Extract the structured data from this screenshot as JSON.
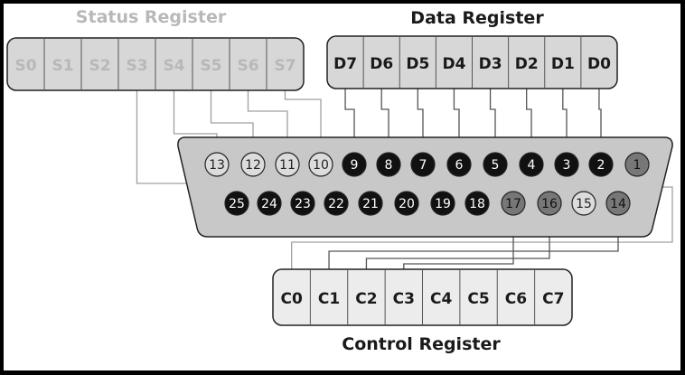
{
  "titles": {
    "status": "Status Register",
    "data": "Data Register",
    "control": "Control Register"
  },
  "status_register": [
    "S0",
    "S1",
    "S2",
    "S3",
    "S4",
    "S5",
    "S6",
    "S7"
  ],
  "data_register": [
    "D7",
    "D6",
    "D5",
    "D4",
    "D3",
    "D2",
    "D1",
    "D0"
  ],
  "control_register": [
    "C0",
    "C1",
    "C2",
    "C3",
    "C4",
    "C5",
    "C6",
    "C7"
  ],
  "top_pins": [
    "13",
    "12",
    "11",
    "10",
    "9",
    "8",
    "7",
    "6",
    "5",
    "4",
    "3",
    "2",
    "1"
  ],
  "bottom_pins": [
    "25",
    "24",
    "23",
    "22",
    "21",
    "20",
    "19",
    "18",
    "17",
    "16",
    "15",
    "14"
  ],
  "colors": {
    "background": "#ffffff",
    "frame": "#000000",
    "register_fill": "#d7d7d7",
    "register_fill_light": "#ececec",
    "connector_fill": "#c8c8c8",
    "status_text": "#b8b8b8",
    "dark_text": "#1a1a1a",
    "pin_light": "#dcdcdc",
    "pin_grey": "#777777",
    "pin_black": "#111111",
    "wire_dark": "#555555",
    "wire_light": "#a0a0a0"
  }
}
